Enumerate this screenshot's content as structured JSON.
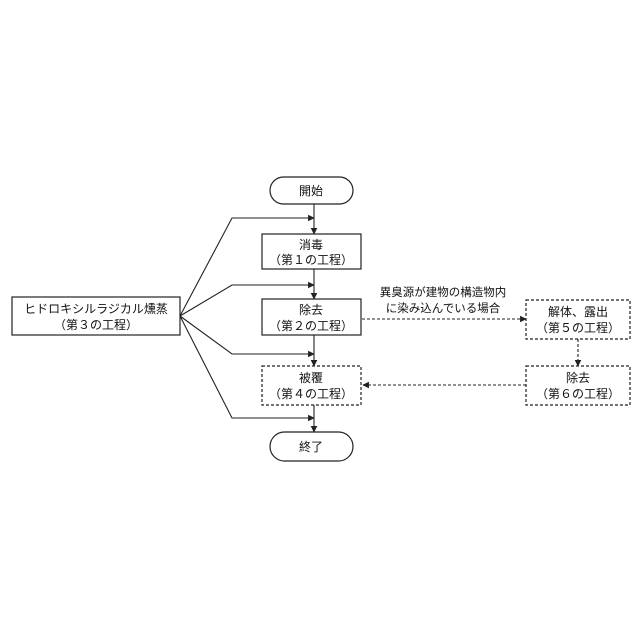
{
  "flowchart": {
    "start": "開始",
    "end": "終了",
    "step1": {
      "name": "消毒",
      "sub": "（第１の工程）"
    },
    "step2": {
      "name": "除去",
      "sub": "（第２の工程）"
    },
    "step3": {
      "name": "ヒドロキシルラジカル燻蒸",
      "sub": "（第３の工程）"
    },
    "step4": {
      "name": "被覆",
      "sub": "（第４の工程）"
    },
    "step5": {
      "name": "解体、露出",
      "sub": "（第５の工程）"
    },
    "step6": {
      "name": "除去",
      "sub": "（第６の工程）"
    },
    "branch_condition": {
      "line1": "異臭源が建物の構造物内",
      "line2": "に染み込んでいる場合"
    }
  }
}
